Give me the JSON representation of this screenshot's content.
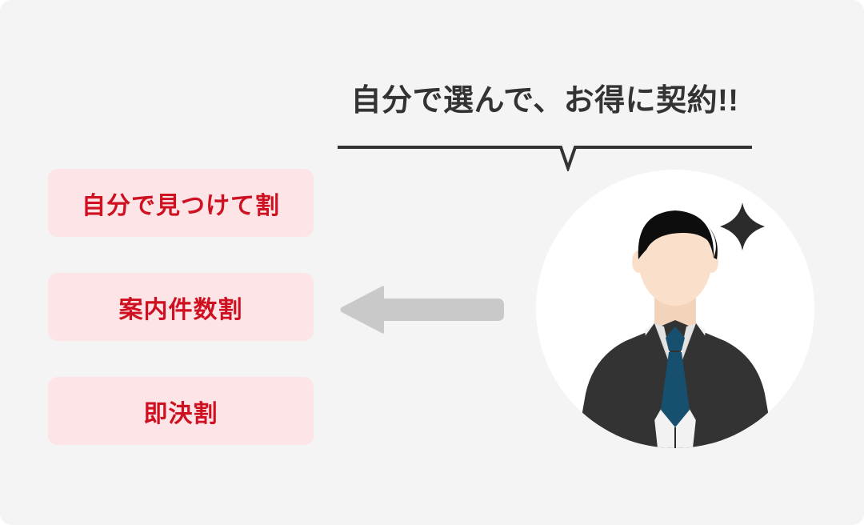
{
  "page": {
    "background_color": "#f4f4f4",
    "frame_color": "#ffffff"
  },
  "header": {
    "headline": "自分で選んで、お得に契約!!",
    "headline_color": "#333333",
    "rule_color": "#333333",
    "rule_icon": "chevron-down-notch"
  },
  "options": {
    "pill_background": "#fde4e7",
    "pill_text_color": "#cf1020",
    "items": [
      {
        "label": "自分で見つけて割"
      },
      {
        "label": "案内件数割"
      },
      {
        "label": "即決割"
      }
    ]
  },
  "arrow": {
    "direction": "left",
    "icon": "arrow-left-icon",
    "color": "#c9c9c9"
  },
  "illustration": {
    "icon": "businessman-avatar",
    "circle_background": "#ffffff",
    "suit_color": "#333333",
    "shirt_color": "#f2f2f2",
    "tie_color": "#17506f",
    "skin_color": "#fae0ca",
    "hair_color": "#0d0d0d",
    "sparkle_icon": "sparkle-star-icon",
    "sparkle_color": "#2b2b2b"
  }
}
